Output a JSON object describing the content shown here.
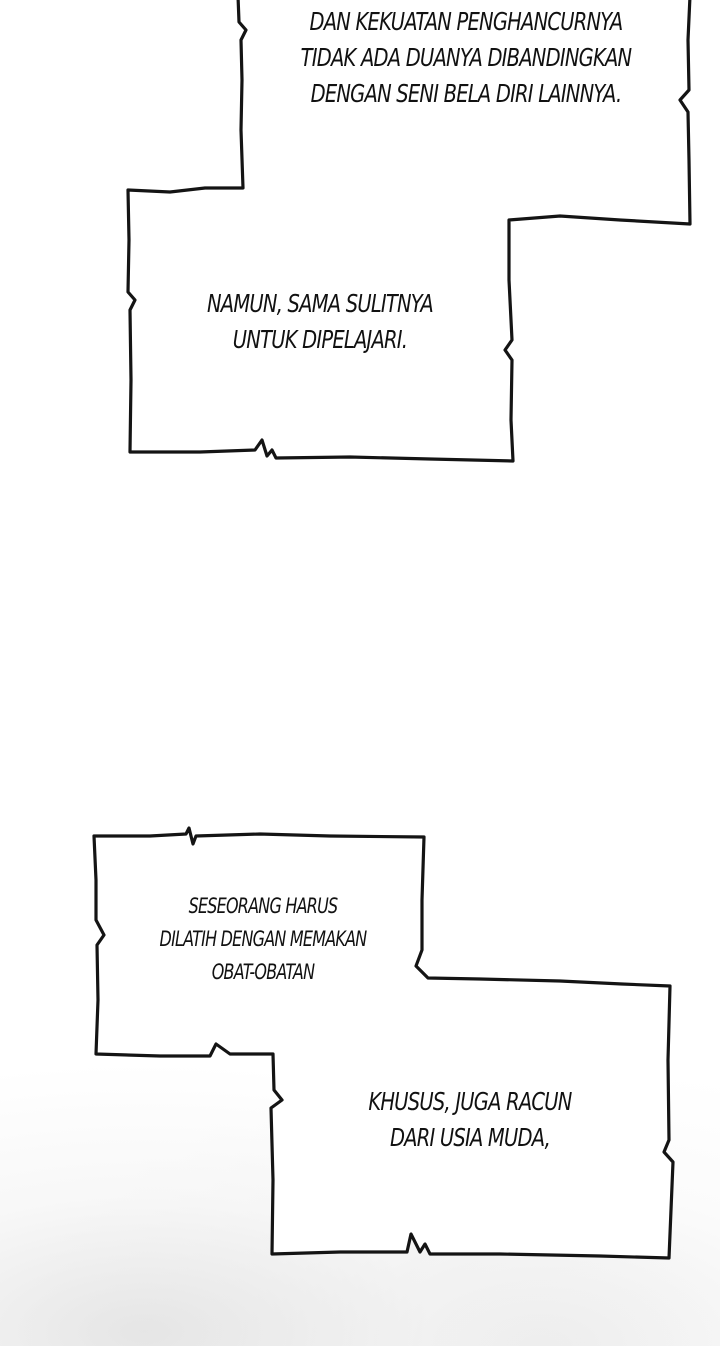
{
  "captions": {
    "box1": {
      "part_a": {
        "lines": [
          "DAN KEKUATAN PENGHANCURNYA",
          "TIDAK ADA DUANYA DIBANDINGKAN",
          "DENGAN SENI BELA DIRI LAINNYA."
        ]
      },
      "part_b": {
        "lines": [
          "NAMUN, SAMA SULITNYA",
          "UNTUK DIPELAJARI."
        ]
      }
    },
    "box2": {
      "part_a": {
        "lines": [
          "SESEORANG HARUS",
          "DILATIH DENGAN MEMAKAN",
          "OBAT-OBATAN"
        ]
      },
      "part_b": {
        "lines": [
          "KHUSUS, JUGA RACUN",
          "DARI USIA MUDA,"
        ]
      }
    }
  },
  "colors": {
    "background": "#ffffff",
    "ink": "#141414"
  }
}
